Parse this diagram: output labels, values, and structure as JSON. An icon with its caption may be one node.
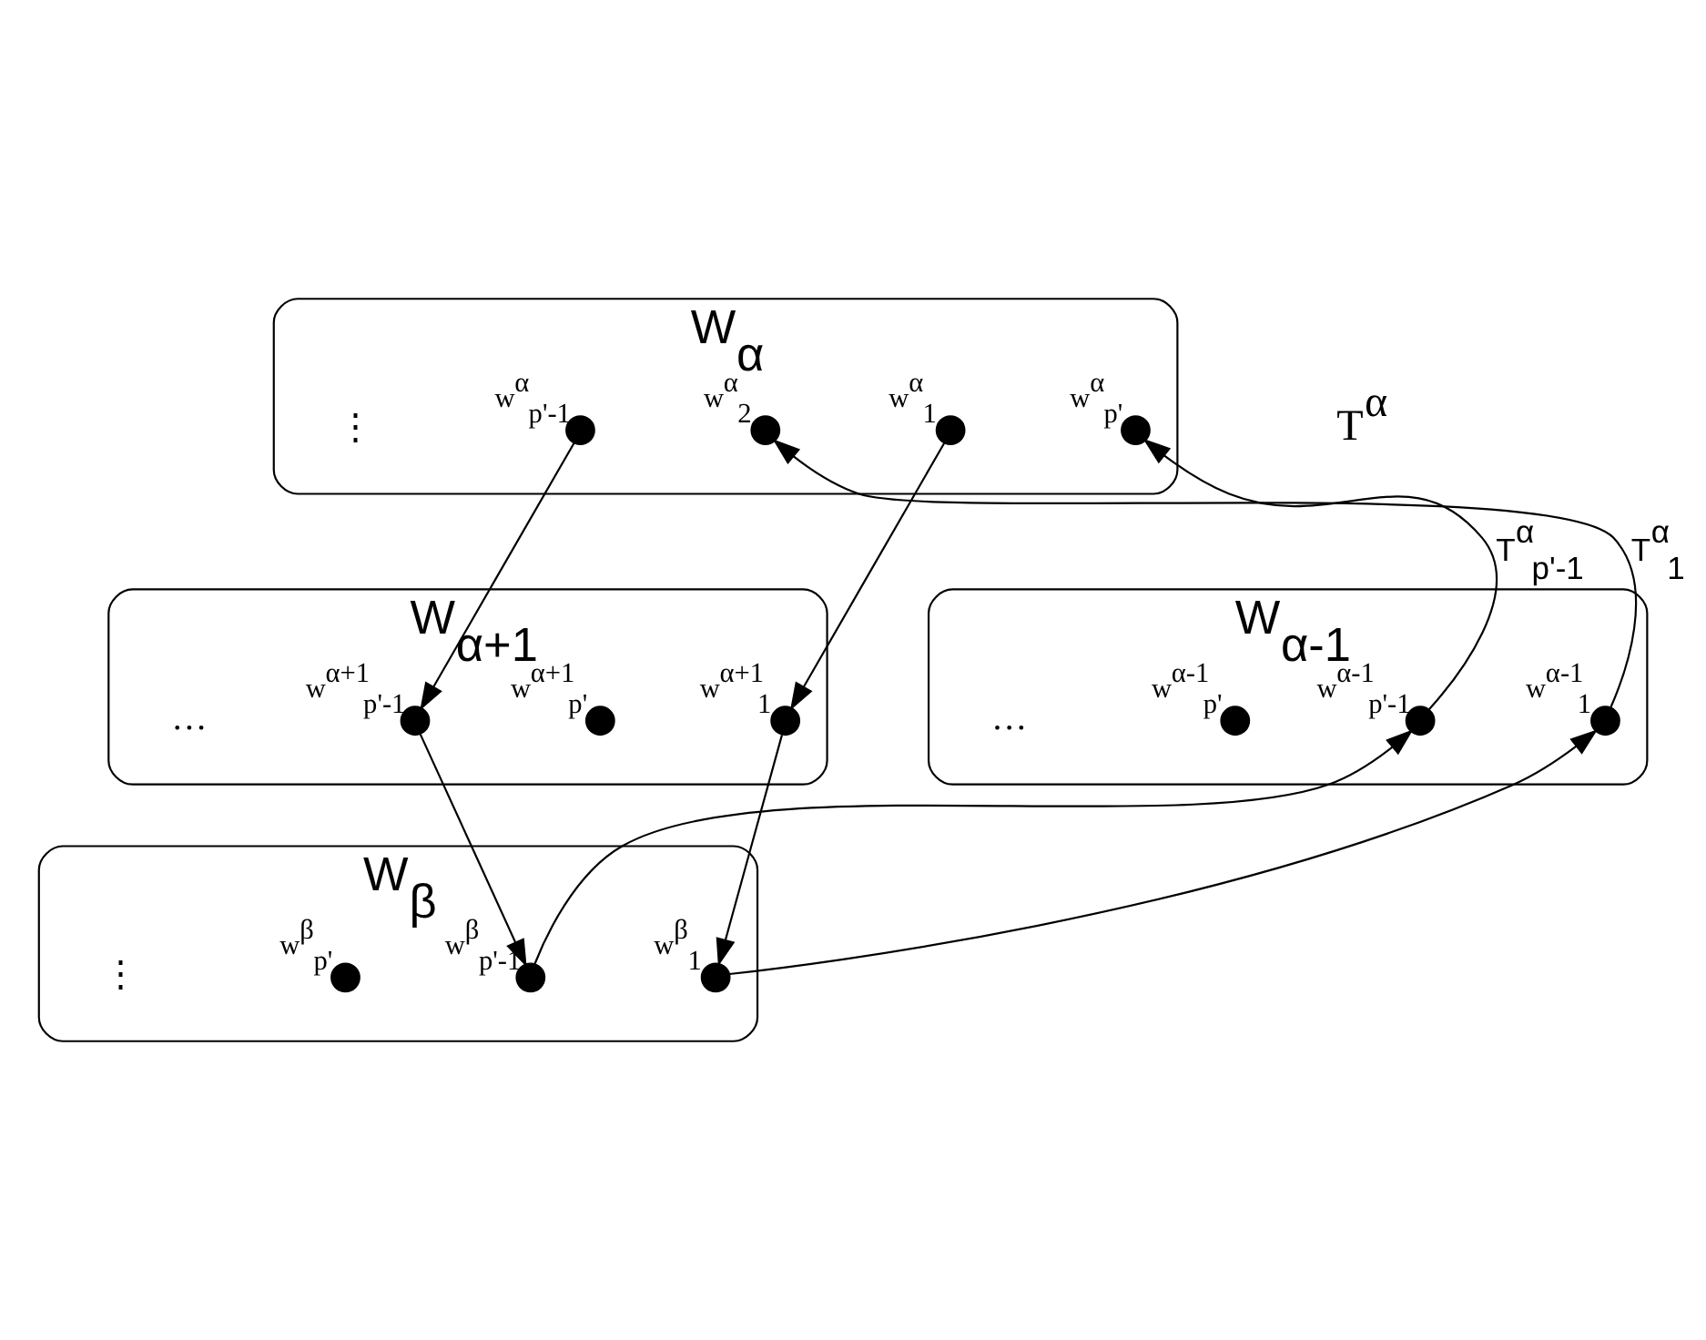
{
  "diagram": {
    "nodes": [
      {
        "text": [
          "W$_{α}$"
        ]
      },
      {
        "text": [],
        "shape": "circle",
        "beside": [
          "w$^{α}$$_{p'}$"
        ],
        "in": 0
      },
      {
        "text": [],
        "shape": "circle",
        "beside": [
          "w$^{α}$$_{p'-1}$"
        ],
        "in": 0
      },
      {
        "text": [],
        "shape": "circle",
        "beside": [
          "w$^{α}$$_{2}$"
        ],
        "in": 0
      },
      {
        "text": [],
        "shape": "circle",
        "beside": [
          "w$^{α}$$_{1}$"
        ],
        "in": 0
      },
      {
        "text": [
          "W$_{α-1}$"
        ]
      },
      {
        "text": [],
        "shape": "circle",
        "beside": [
          "w$^{α-1}$$_{p'}$"
        ],
        "in": 5
      },
      {
        "text": [],
        "shape": "circle",
        "beside": [
          "w$^{α-1}$$_{p'-1}$"
        ],
        "in": 5
      },
      {
        "text": [],
        "shape": "circle",
        "beside": [
          "w$^{α-1}$$_{1}$"
        ],
        "in": 5
      },
      {
        "text": [
          "W$_{α+1}$"
        ]
      },
      {
        "text": [],
        "shape": "circle",
        "beside": [
          "w$^{α+1}$$_{1}$"
        ],
        "in": 9
      },
      {
        "text": [],
        "shape": "circle",
        "beside": [
          "w$^{α+1}$$_{p'-1}$"
        ],
        "in": 9
      },
      {
        "text": [],
        "shape": "circle",
        "beside": [
          "w$^{α+1}$$_{p'}$"
        ],
        "in": 9
      },
      {
        "text": [
          "W$_{β}$"
        ]
      },
      {
        "text": [],
        "shape": "circle",
        "beside": [
          "w$^{β}$$_{1}$"
        ],
        "in": 13
      },
      {
        "text": [],
        "shape": "circle",
        "beside": [
          "w$^{β}$$_{p'-1}$"
        ],
        "in": 13
      },
      {
        "text": [],
        "shape": "circle",
        "beside": [
          "w$^{β}$$_{p'}$"
        ],
        "in": 13
      }
    ],
    "edges": [
      {
        "from": 2,
        "to": 11,
        "arrow": "to"
      },
      {
        "from": 11,
        "to": 15,
        "arrow": "to"
      },
      {
        "from": 15,
        "to": 7,
        "arrow": "to"
      },
      {
        "from": 7,
        "to": 1,
        "arrow": "to",
        "label": "T$^{α}$$_{p'-1}$"
      },
      {
        "from": 4,
        "to": 10,
        "arrow": "to"
      },
      {
        "from": 10,
        "to": 14,
        "arrow": "to"
      },
      {
        "from": 14,
        "to": 8,
        "arrow": "to"
      },
      {
        "from": 8,
        "to": 3,
        "arrow": "to",
        "label": "T$^{α}$$_{1}$"
      }
    ],
    "labels": [
      "T$^{α}$",
      "⋮",
      "…",
      "…",
      "⋮"
    ]
  }
}
